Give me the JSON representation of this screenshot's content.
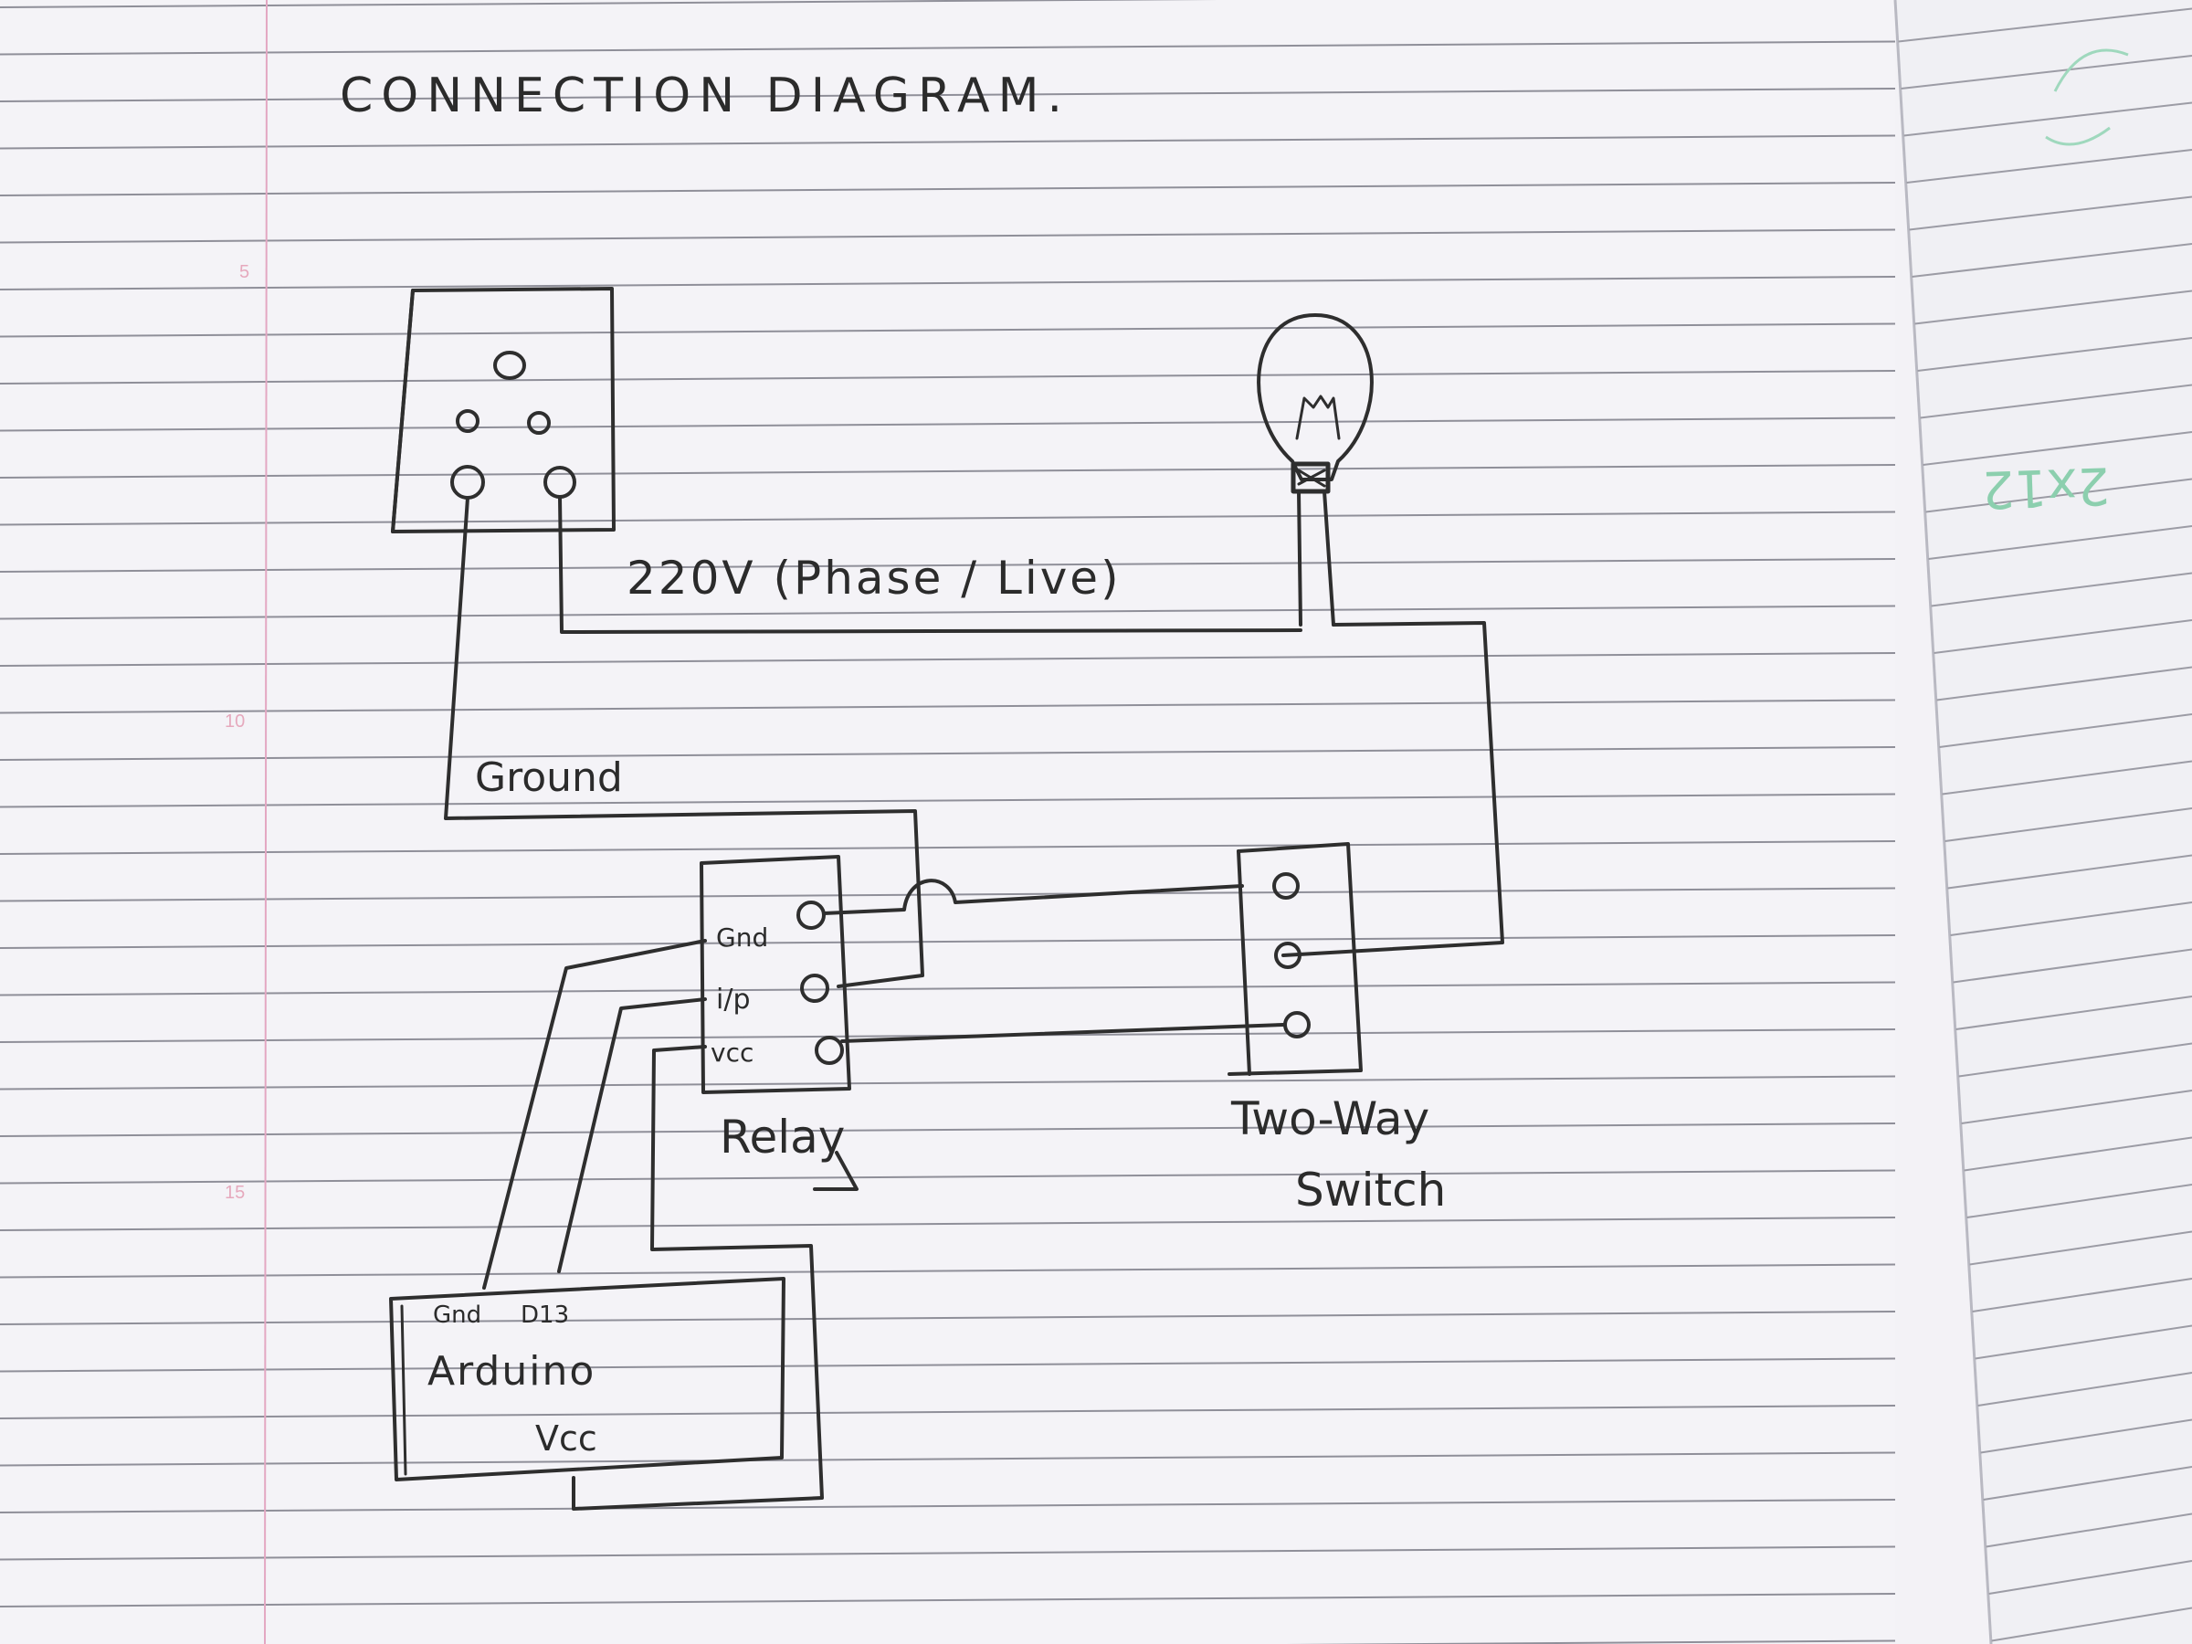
{
  "diagram": {
    "title": "CONNECTION DIAGRAM.",
    "wire_labels": {
      "phase": "220V (Phase / Live)",
      "ground": "Ground"
    },
    "relay": {
      "label": "Relay",
      "pins": [
        "Gnd",
        "i/p",
        "vcc"
      ]
    },
    "switch": {
      "label_line1": "Two-Way",
      "label_line2": "Switch"
    },
    "arduino": {
      "label": "Arduino",
      "pin_gnd": "Gnd",
      "pin_d13": "D13",
      "pin_vcc": "Vcc"
    }
  },
  "notebook": {
    "margin_numbers": [
      "5",
      "10",
      "15"
    ],
    "next_page_scribble": "2x12"
  },
  "colors": {
    "paper": "#f3f2f6",
    "ruled_line": "#8f8f99",
    "margin_line": "#e3a7c2",
    "ink": "#2e2e2e",
    "next_page_ink": "#7fc9a6"
  }
}
